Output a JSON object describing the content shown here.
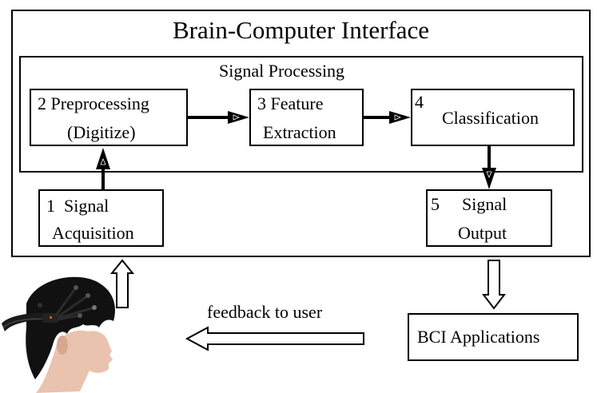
{
  "diagram": {
    "title": "Brain-Computer Interface",
    "signal_processing": {
      "label": "Signal Processing",
      "steps": [
        {
          "number": "2",
          "line1": "Preprocessing",
          "line2": "(Digitize)"
        },
        {
          "number": "3",
          "line1": "Feature",
          "line2": "Extraction"
        },
        {
          "number": "4",
          "line1": "Classification",
          "line2": ""
        }
      ]
    },
    "signal_acquisition": {
      "number": "1",
      "line1": "Signal",
      "line2": "Acquisition"
    },
    "signal_output": {
      "number": "5",
      "line1": "Signal",
      "line2": "Output"
    },
    "applications": {
      "label": "BCI Applications"
    },
    "feedback": {
      "label": "feedback to user"
    },
    "user_image": {
      "description": "person wearing EEG headset"
    }
  }
}
